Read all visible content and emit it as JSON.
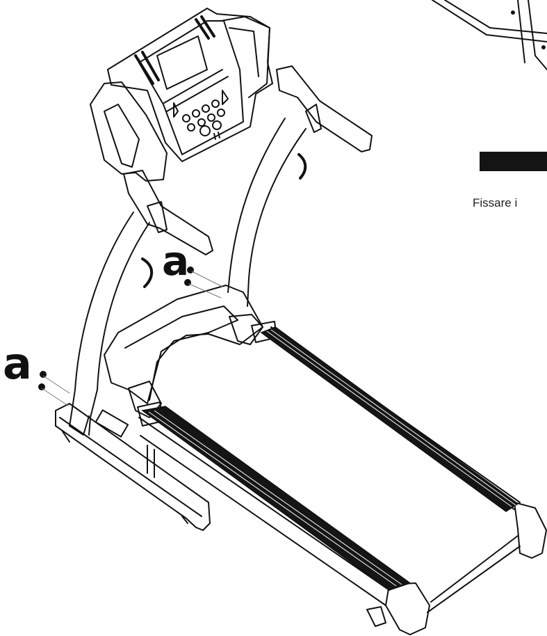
{
  "labels": {
    "part_a_upper": "a",
    "part_a_lower": "a"
  },
  "caption": {
    "text": "Fissare i"
  },
  "colors": {
    "ink": "#111111",
    "belt": "#151515",
    "paper": "#ffffff"
  }
}
